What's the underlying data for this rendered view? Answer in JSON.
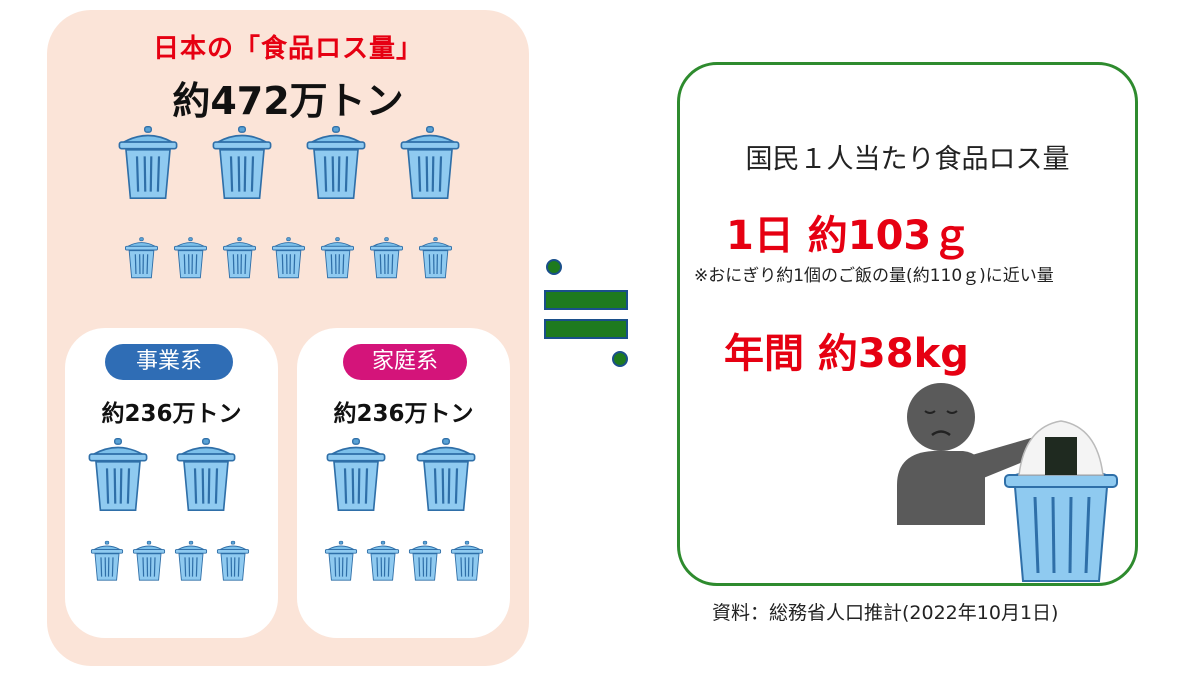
{
  "left": {
    "title": "日本の「食品ロス量」",
    "total": "約472万トン",
    "business": {
      "label": "事業系",
      "amount": "約236万トン",
      "color": "#2f6db5"
    },
    "household": {
      "label": "家庭系",
      "amount": "約236万トン",
      "color": "#d4147a"
    }
  },
  "right": {
    "heading": "国民１人当たり食品ロス量",
    "daily": "1日 約103ｇ",
    "note": "※おにぎり約1個のご飯の量(約110ｇ)に近い量",
    "yearly": "年間 約38kg"
  },
  "source": "資料：総務省人口推計(2022年10月1日)",
  "icons": {
    "bin": "trash-can-icon",
    "person": "person-discarding-rice-ball-icon",
    "equals": "approximately-equal-icon"
  }
}
